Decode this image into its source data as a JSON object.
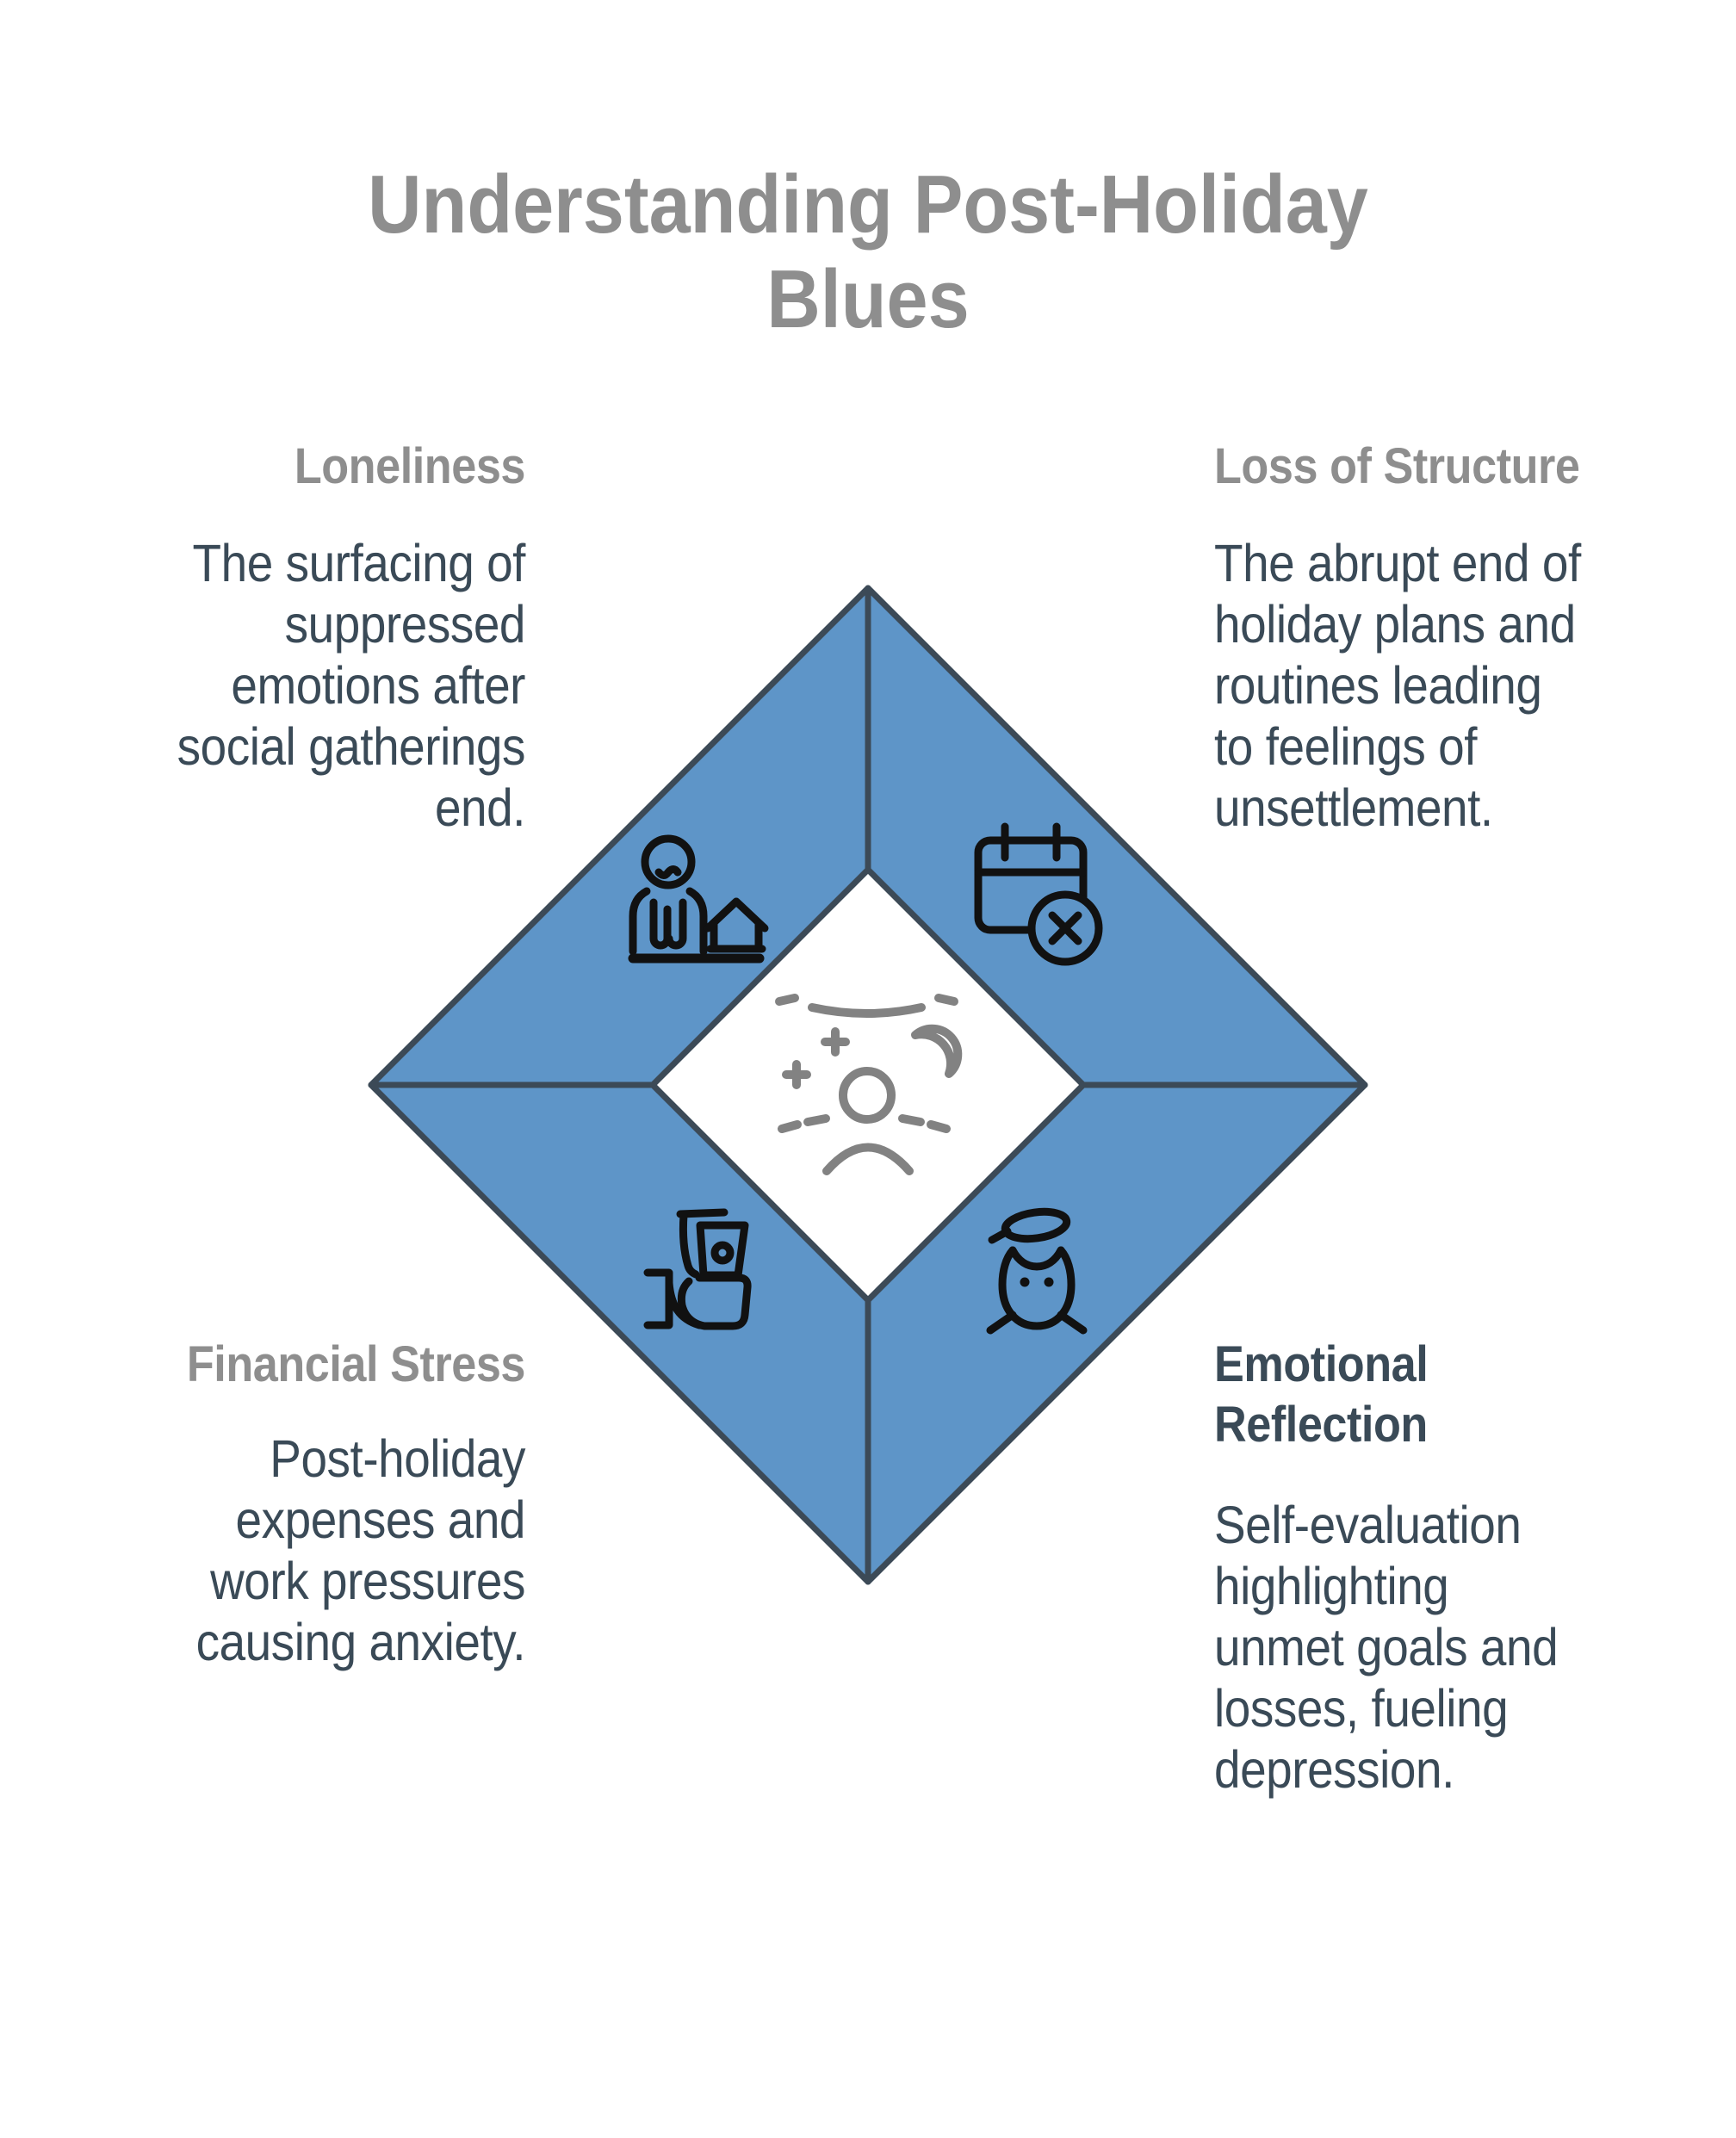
{
  "title": "Understanding Post-Holiday\nBlues",
  "sections": {
    "loneliness": {
      "heading": "Loneliness",
      "body": "The surfacing of\nsuppressed\nemotions after\nsocial gatherings\nend."
    },
    "loss_of_structure": {
      "heading": "Loss of Structure",
      "body": "The abrupt end of\nholiday plans and\nroutines leading\nto feelings of\nunsettlement."
    },
    "financial_stress": {
      "heading": "Financial Stress",
      "body": "Post-holiday\nexpenses and\nwork pressures\ncausing anxiety."
    },
    "emotional_reflection": {
      "heading": "Emotional\nReflection",
      "body": "Self-evaluation\nhighlighting\nunmet goals and\nlosses, fueling\ndepression."
    }
  },
  "icons": {
    "top_left": "lonely-person-house-icon",
    "top_right": "cancelled-calendar-icon",
    "bottom_left": "wallet-money-icon",
    "bottom_right": "open-mind-icon",
    "center": "sad-person-night-icon"
  },
  "colors": {
    "diamond_fill": "#5E95C8",
    "diamond_border": "#3C4A57",
    "heading_gray": "#8E8E8E",
    "text_dark": "#3A4A57",
    "icon_black": "#111111",
    "icon_gray": "#828282",
    "background": "#FFFFFF"
  }
}
